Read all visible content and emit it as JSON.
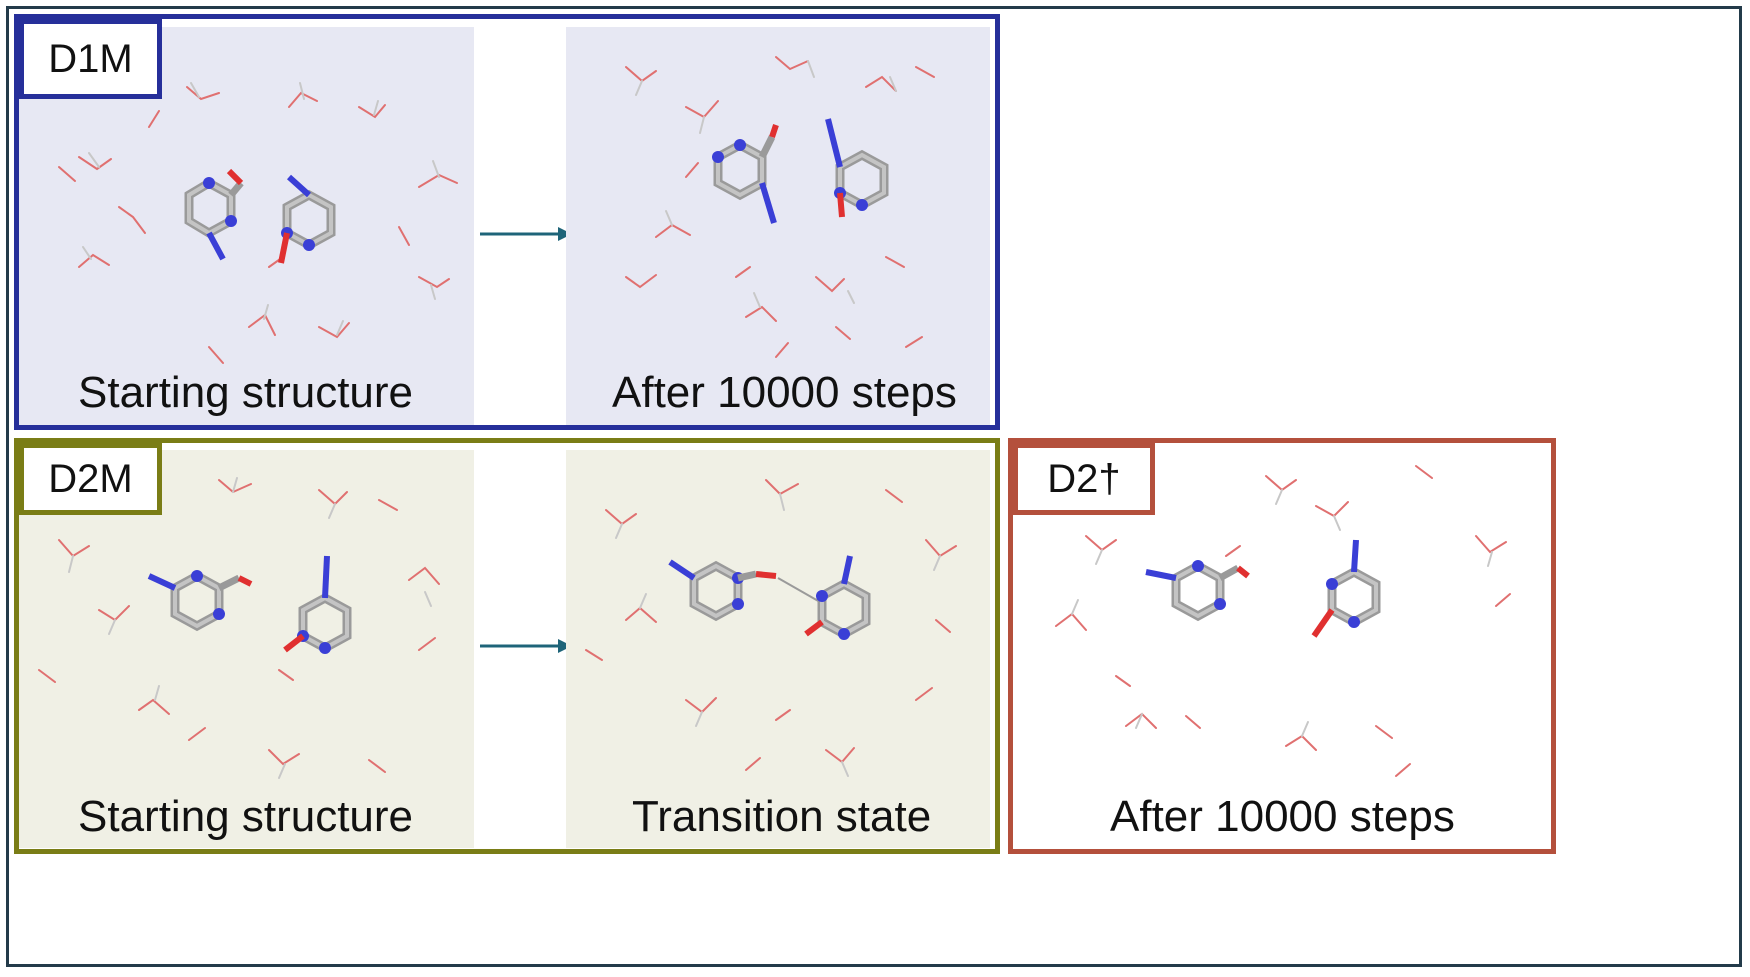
{
  "panels": {
    "d1m": {
      "tag": "D1M",
      "color": "#262f9a",
      "left_caption": "Starting structure",
      "right_caption": "After 10000 steps"
    },
    "d2m": {
      "tag": "D2M",
      "color": "#7a7d16",
      "left_caption": "Starting structure",
      "right_caption": "Transition state"
    },
    "d2dagger": {
      "tag": "D2†",
      "color": "#b4503c",
      "caption": "After 10000 steps"
    }
  },
  "colors": {
    "d1m_scene_bg": "#e7e8f3",
    "d2m_scene_bg": "#f0f0e5",
    "arrow": "#1e6479",
    "carbon": "#9a9a9a",
    "nitrogen": "#3a3fd6",
    "oxygen": "#e03030",
    "hydrogen": "#e8e8e8"
  }
}
